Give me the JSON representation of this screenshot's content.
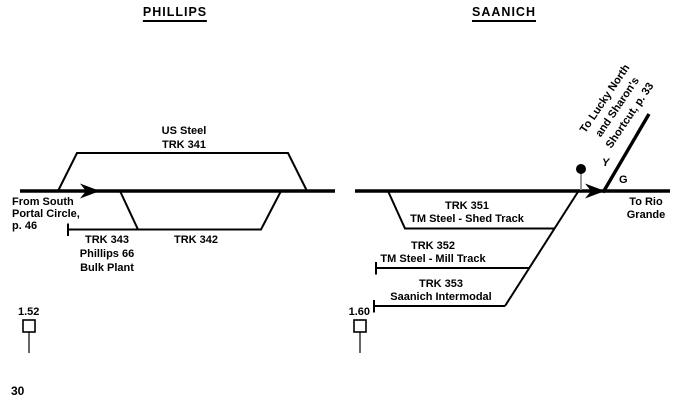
{
  "page": {
    "number": "30"
  },
  "colors": {
    "ink": "#000000",
    "signal_stem": "#8c8c8c",
    "background": "#ffffff"
  },
  "phillips": {
    "title": "PHILLIPS",
    "approach": {
      "line1": "From South",
      "line2": "Portal Circle,",
      "line3": "p. 46"
    },
    "trk341": {
      "line1": "US Steel",
      "line2": "TRK 341"
    },
    "trk342": {
      "label": "TRK 342"
    },
    "trk343": {
      "line1": "TRK 343",
      "line2": "Phillips 66",
      "line3": "Bulk Plant"
    },
    "milepost": "1.52"
  },
  "saanich": {
    "title": "SAANICH",
    "branch": {
      "line1": "To Lucky North",
      "line2": "and Sharon's",
      "line3": "Shortcut, p. 33"
    },
    "signal_y": "Y",
    "signal_g": "G",
    "destination": {
      "line1": "To Rio",
      "line2": "Grande"
    },
    "trk351": {
      "line1": "TRK 351",
      "line2": "TM Steel - Shed Track"
    },
    "trk352": {
      "line1": "TRK 352",
      "line2": "TM Steel - Mill Track"
    },
    "trk353": {
      "line1": "TRK 353",
      "line2": "Saanich Intermodal"
    },
    "milepost": "1.60"
  }
}
